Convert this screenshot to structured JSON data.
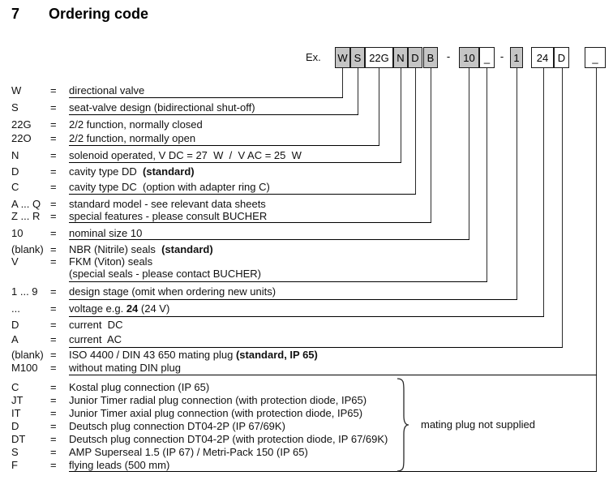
{
  "heading": {
    "number": "7",
    "title": "Ordering code"
  },
  "example": {
    "label": "Ex.",
    "boxes": [
      {
        "label": "W",
        "shaded": true
      },
      {
        "label": "S",
        "shaded": true
      },
      {
        "label": "22G",
        "shaded": false
      },
      {
        "label": "N",
        "shaded": true
      },
      {
        "label": "D",
        "shaded": true
      },
      {
        "label": "B",
        "shaded": true
      },
      {
        "label": "-",
        "separator": true
      },
      {
        "label": "10",
        "shaded": true
      },
      {
        "label": "_",
        "shaded": false
      },
      {
        "label": "-",
        "separator": true
      },
      {
        "label": "1",
        "shaded": true
      },
      {
        "label": "24",
        "shaded": false
      },
      {
        "label": "D",
        "shaded": false
      },
      {
        "label": "_",
        "shaded": false
      }
    ]
  },
  "rows": [
    {
      "code": "W",
      "eq": "=",
      "pre": "directional valve",
      "bold": "",
      "post": ""
    },
    {
      "code": "S",
      "eq": "=",
      "pre": "seat-valve design (bidirectional shut-off)",
      "bold": "",
      "post": ""
    },
    {
      "code": "22G",
      "eq": "=",
      "pre": "2/2 function, normally closed",
      "bold": "",
      "post": ""
    },
    {
      "code": "22O",
      "eq": "=",
      "pre": "2/2 function, normally open",
      "bold": "",
      "post": ""
    },
    {
      "code": "N",
      "eq": "=",
      "pre": "solenoid operated, V DC = 27  W  /  V AC = 25  W",
      "bold": "",
      "post": ""
    },
    {
      "code": "D",
      "eq": "=",
      "pre": "cavity type DD  ",
      "bold": "(standard)",
      "post": ""
    },
    {
      "code": "C",
      "eq": "=",
      "pre": "cavity type DC  (option with adapter ring C)",
      "bold": "",
      "post": ""
    },
    {
      "code": "A ... Q",
      "eq": "=",
      "pre": "standard model - see relevant data sheets",
      "bold": "",
      "post": ""
    },
    {
      "code": "Z ... R",
      "eq": "=",
      "pre": "special features - please consult BUCHER",
      "bold": "",
      "post": ""
    },
    {
      "code": "10",
      "eq": "=",
      "pre": "nominal size 10",
      "bold": "",
      "post": ""
    },
    {
      "code": "(blank)",
      "eq": "=",
      "pre": "NBR (Nitrile) seals  ",
      "bold": "(standard)",
      "post": ""
    },
    {
      "code": "V",
      "eq": "=",
      "pre": "FKM (Viton) seals",
      "bold": "",
      "post": ""
    },
    {
      "code": "",
      "eq": "",
      "pre": "(special seals - please contact BUCHER)",
      "bold": "",
      "post": ""
    },
    {
      "code": "1 ... 9",
      "eq": "=",
      "pre": "design stage (omit when ordering new units)",
      "bold": "",
      "post": ""
    },
    {
      "code": "...",
      "eq": "=",
      "pre": "voltage e.g. ",
      "bold": "24",
      "post": " (24 V)"
    },
    {
      "code": "D",
      "eq": "=",
      "pre": "current  DC",
      "bold": "",
      "post": ""
    },
    {
      "code": "A",
      "eq": "=",
      "pre": "current  AC",
      "bold": "",
      "post": ""
    },
    {
      "code": "(blank)",
      "eq": "=",
      "pre": "ISO 4400 / DIN 43 650 mating plug ",
      "bold": "(standard, IP 65)",
      "post": ""
    },
    {
      "code": "M100",
      "eq": "=",
      "pre": "without mating DIN plug",
      "bold": "",
      "post": ""
    },
    {
      "code": "C",
      "eq": "=",
      "pre": "Kostal plug connection (IP 65)",
      "bold": "",
      "post": ""
    },
    {
      "code": "JT",
      "eq": "=",
      "pre": "Junior Timer radial plug connection (with protection diode, IP65)",
      "bold": "",
      "post": ""
    },
    {
      "code": "IT",
      "eq": "=",
      "pre": "Junior Timer axial plug connection (with protection diode, IP65)",
      "bold": "",
      "post": ""
    },
    {
      "code": "D",
      "eq": "=",
      "pre": "Deutsch plug connection DT04-2P (IP 67/69K)",
      "bold": "",
      "post": ""
    },
    {
      "code": "DT",
      "eq": "=",
      "pre": "Deutsch plug connection DT04-2P (with protection diode, IP 67/69K)",
      "bold": "",
      "post": ""
    },
    {
      "code": "S",
      "eq": "=",
      "pre": "AMP Superseal 1.5 (IP 67) / Metri-Pack 150 (IP 65)",
      "bold": "",
      "post": ""
    },
    {
      "code": "F",
      "eq": "=",
      "pre": "flying leads (500 mm)",
      "bold": "",
      "post": ""
    }
  ],
  "brace_note": "mating plug not supplied"
}
